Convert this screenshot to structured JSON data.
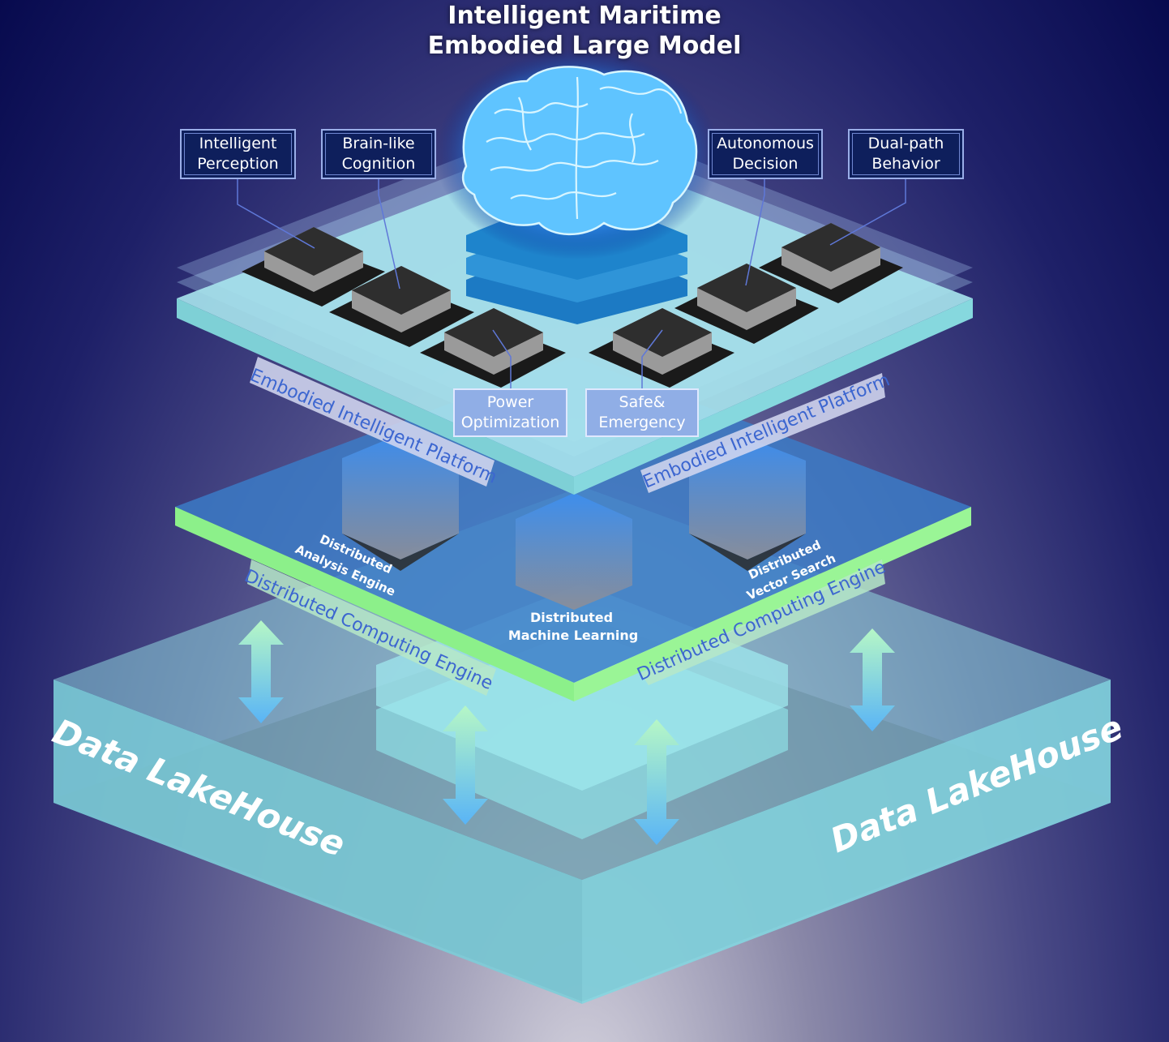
{
  "title": {
    "line1": "Intelligent Maritime",
    "line2": "Embodied Large Model"
  },
  "top_modules": [
    {
      "line1": "Intelligent",
      "line2": "Perception"
    },
    {
      "line1": "Brain-like",
      "line2": "Cognition"
    },
    {
      "line1": "Autonomous",
      "line2": "Decision"
    },
    {
      "line1": "Dual-path",
      "line2": "Behavior"
    }
  ],
  "bottom_modules": [
    {
      "line1": "Power",
      "line2": "Optimization"
    },
    {
      "line1": "Safe&",
      "line2": "Emergency"
    }
  ],
  "platform_label": "Embodied Intelligent Platform",
  "engine_label": "Distributed Computing Engine",
  "engine_components": {
    "analysis": {
      "line1": "Distributed",
      "line2": "Analysis Engine"
    },
    "ml": {
      "line1": "Distributed",
      "line2": "Machine Learning"
    },
    "vector": {
      "line1": "Distributed",
      "line2": "Vector Search"
    }
  },
  "lakehouse_label": "Data LakeHouse",
  "colors": {
    "lakehouse": "#7fd4e0",
    "platform": "#a8e6ee",
    "engine_edge": "#8ef08a",
    "engine_top": "#3c80c8",
    "chip": "#2a2a2a",
    "ribbon_text": "#3c66d0",
    "brain_glow": "#3aa8ff"
  }
}
